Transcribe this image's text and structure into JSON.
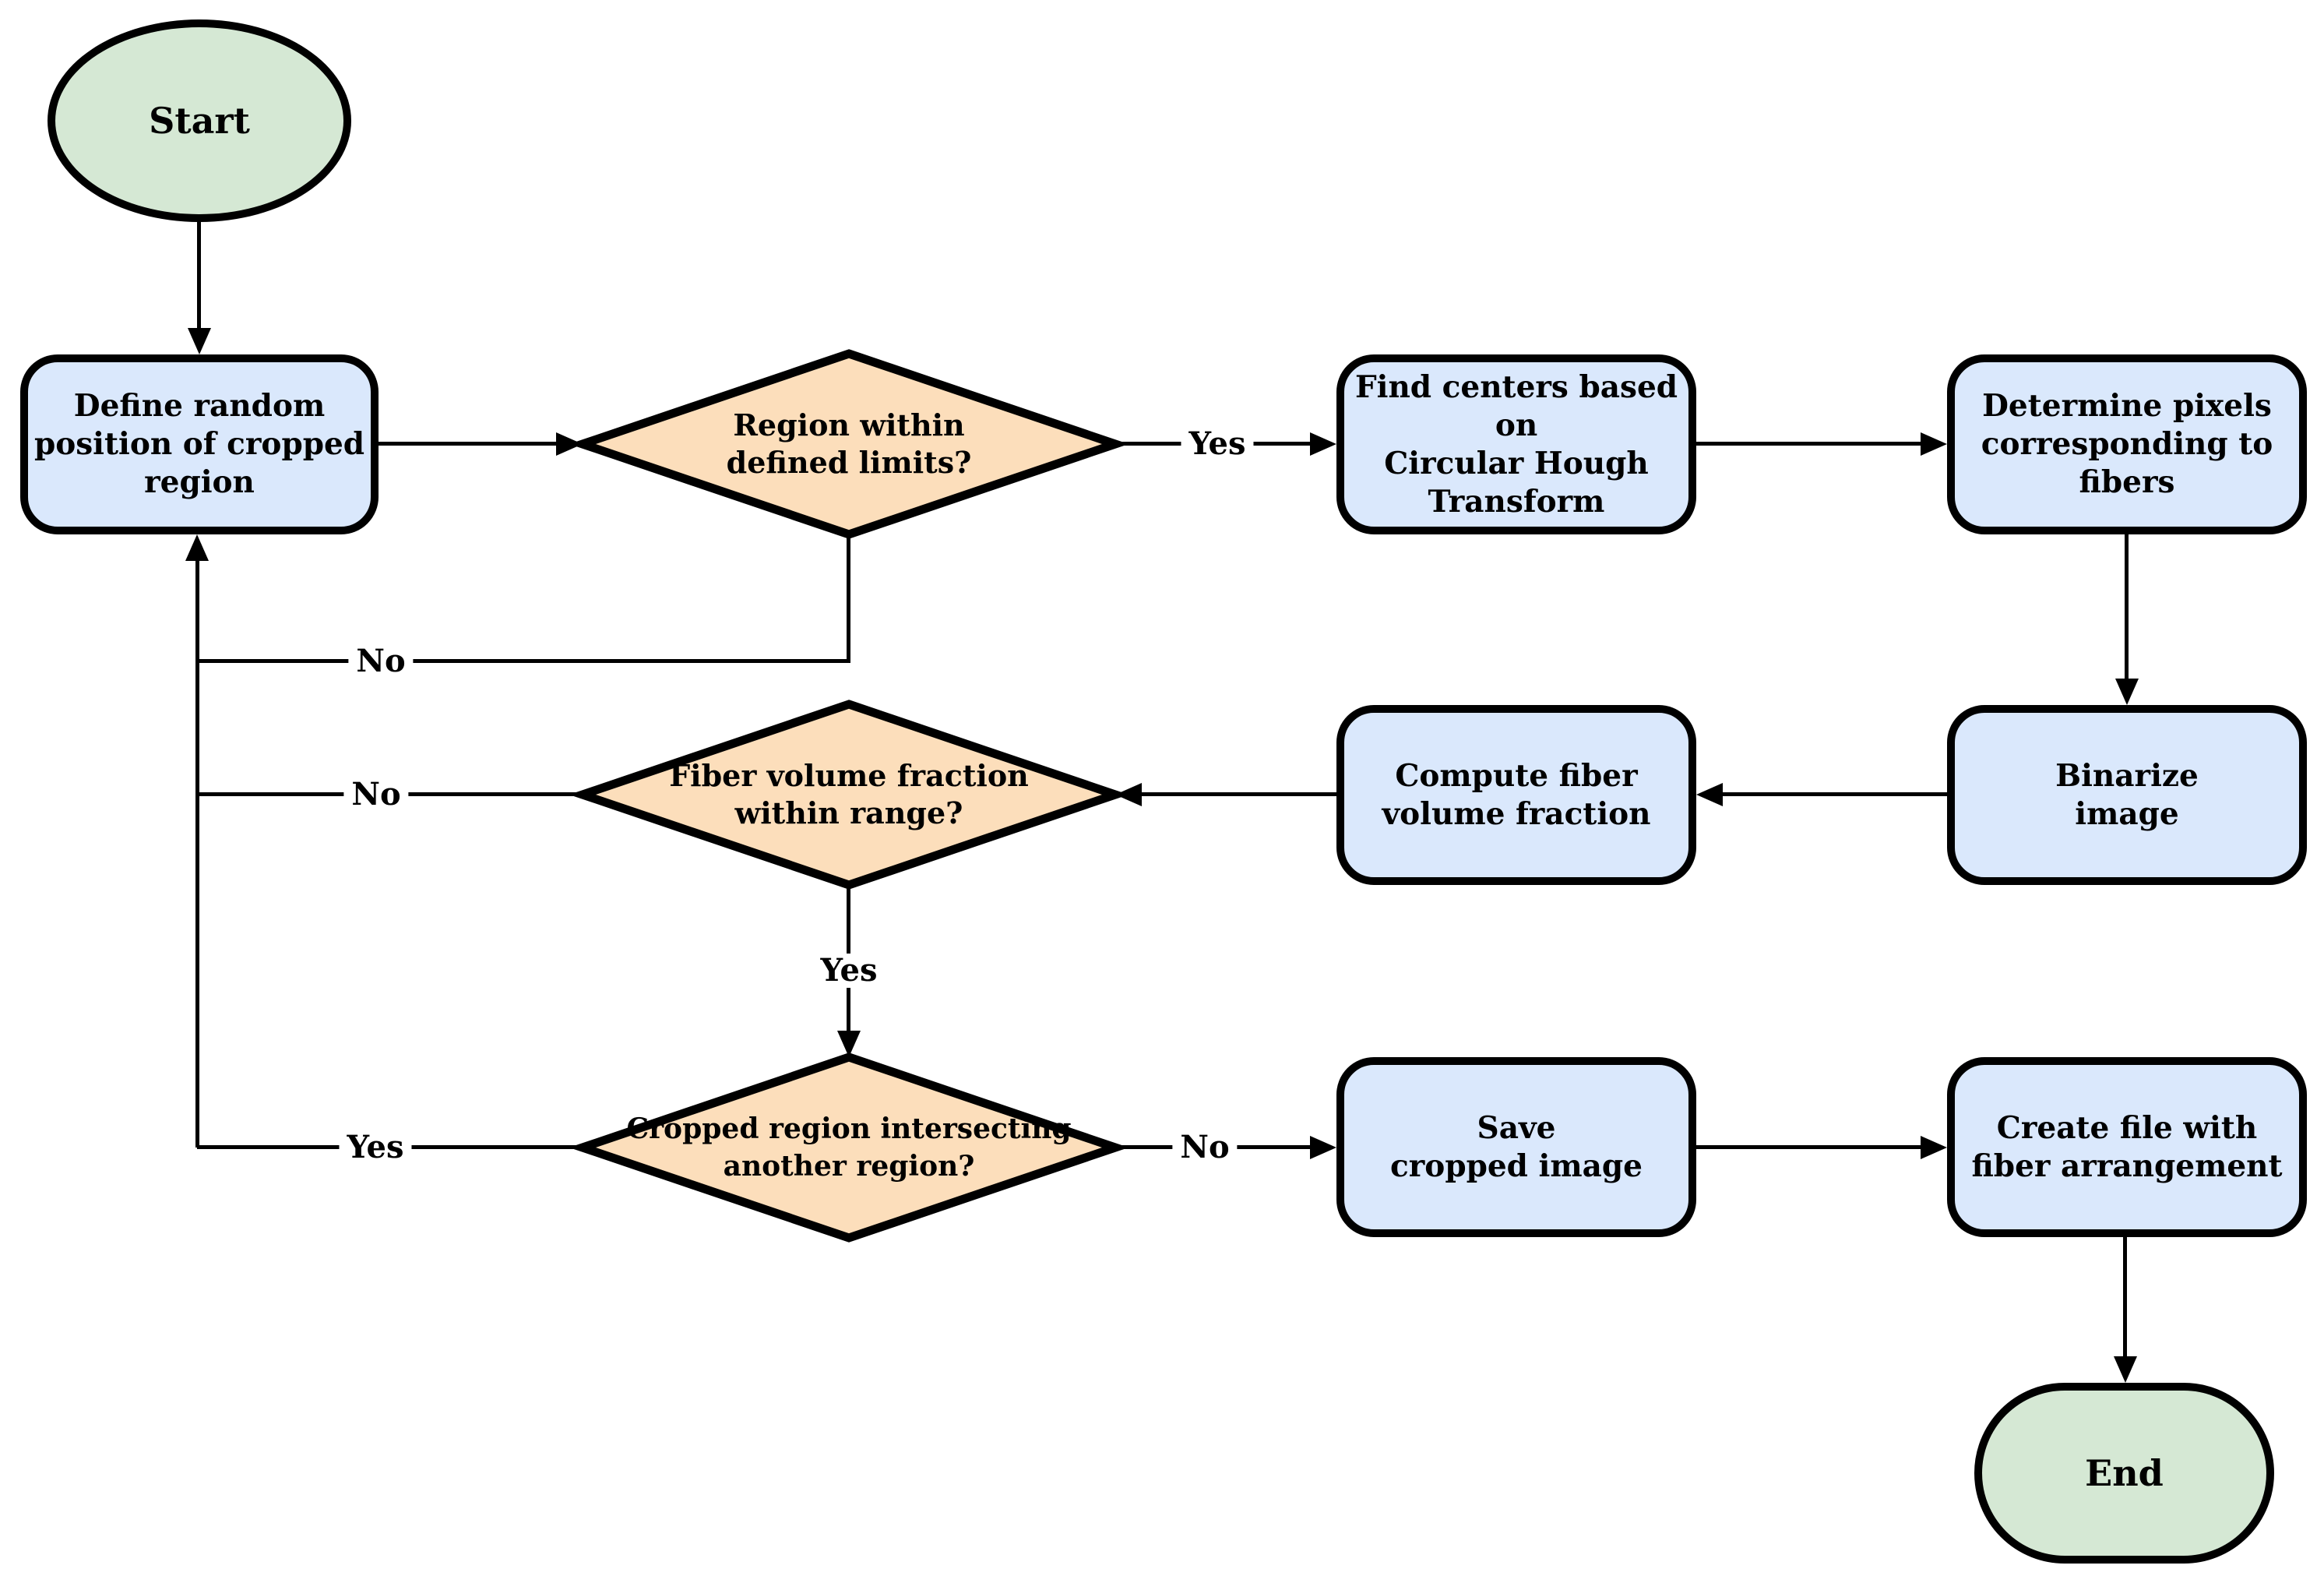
{
  "diagram": {
    "title": "Cropped-region fiber analysis flowchart",
    "colors": {
      "process_fill": "#DAE8FC",
      "decision_fill": "#FCDEBB",
      "terminal_fill": "#D5E8D4",
      "stroke": "#000000",
      "background": "#FFFFFF"
    },
    "nodes": {
      "start": {
        "type": "terminal",
        "label": "Start"
      },
      "define_random": {
        "type": "process",
        "label": "Define random\nposition of cropped\nregion"
      },
      "region_within": {
        "type": "decision",
        "label": "Region within\ndefined limits?"
      },
      "find_centers": {
        "type": "process",
        "label": "Find centers based on\nCircular Hough\nTransform"
      },
      "determine_pixels": {
        "type": "process",
        "label": "Determine pixels\ncorresponding to\nfibers"
      },
      "binarize": {
        "type": "process",
        "label": "Binarize\nimage"
      },
      "compute_fvf": {
        "type": "process",
        "label": "Compute fiber\nvolume fraction"
      },
      "fvf_within": {
        "type": "decision",
        "label": "Fiber volume fraction\nwithin range?"
      },
      "cropped_intersect": {
        "type": "decision",
        "label": "Cropped region intersecting\nanother region?"
      },
      "save_cropped": {
        "type": "process",
        "label": "Save\ncropped image"
      },
      "create_file": {
        "type": "process",
        "label": "Create file with\nfiber arrangement"
      },
      "end": {
        "type": "terminal",
        "label": "End"
      }
    },
    "edge_labels": {
      "region_yes": "Yes",
      "region_no": "No",
      "fvf_no": "No",
      "fvf_yes": "Yes",
      "intersect_yes": "Yes",
      "intersect_no": "No"
    }
  }
}
